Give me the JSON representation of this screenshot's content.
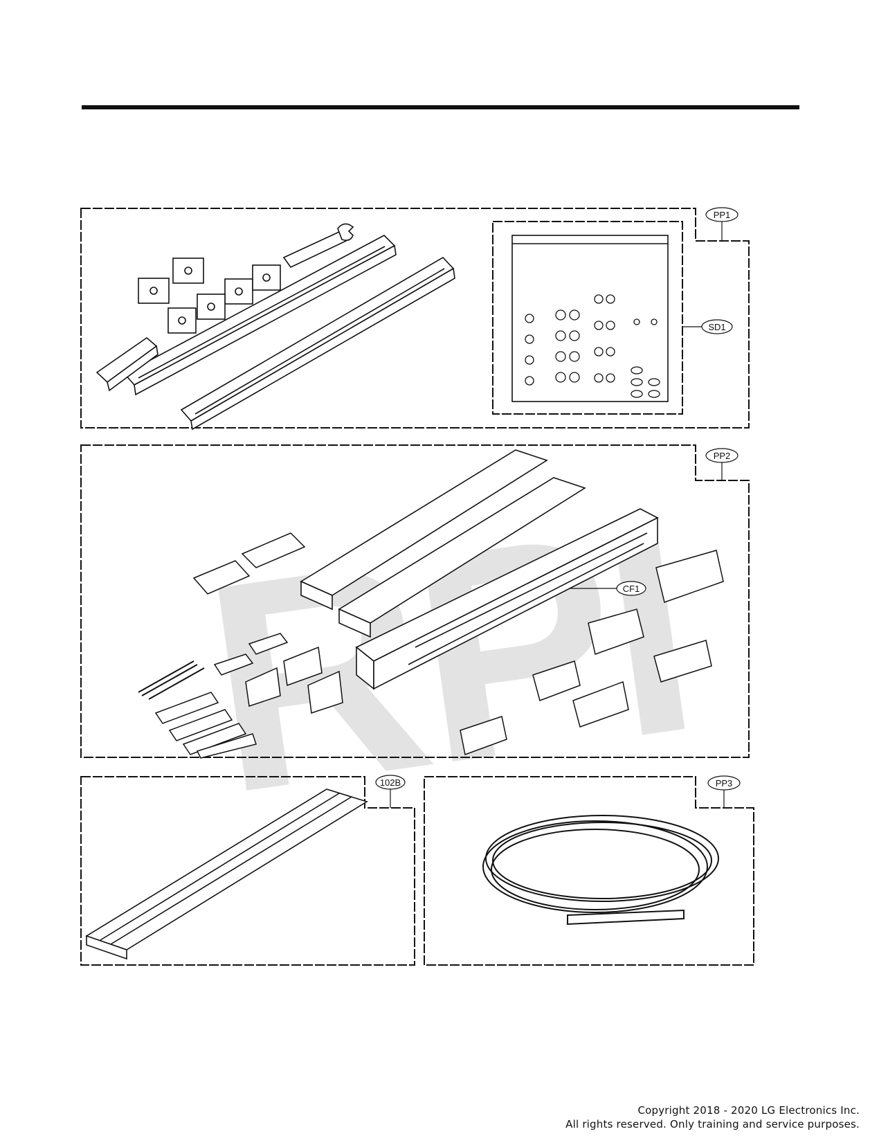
{
  "watermark": "RPI",
  "callouts": {
    "pp1": "PP1",
    "sd1": "SD1",
    "pp2": "PP2",
    "cf1": "CF1",
    "b102": "102B",
    "pp3": "PP3"
  },
  "footer": {
    "line1": "Copyright    2018 -  2020 LG Electronics Inc.",
    "line2": "All rights reserved. Only training and service purposes."
  }
}
